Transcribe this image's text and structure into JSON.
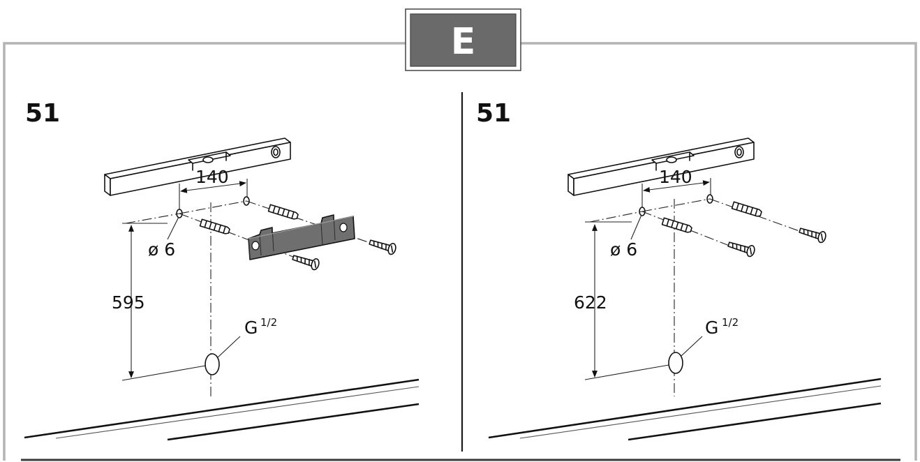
{
  "badge": {
    "letter": "E"
  },
  "panels": [
    {
      "section": "51",
      "spacing": "140",
      "hole_diameter": "ø 6",
      "height": "595",
      "connection_letter": "G",
      "connection_fraction": "1/2"
    },
    {
      "section": "51",
      "spacing": "140",
      "hole_diameter": "ø 6",
      "height": "622",
      "connection_letter": "G",
      "connection_fraction": "1/2"
    }
  ]
}
